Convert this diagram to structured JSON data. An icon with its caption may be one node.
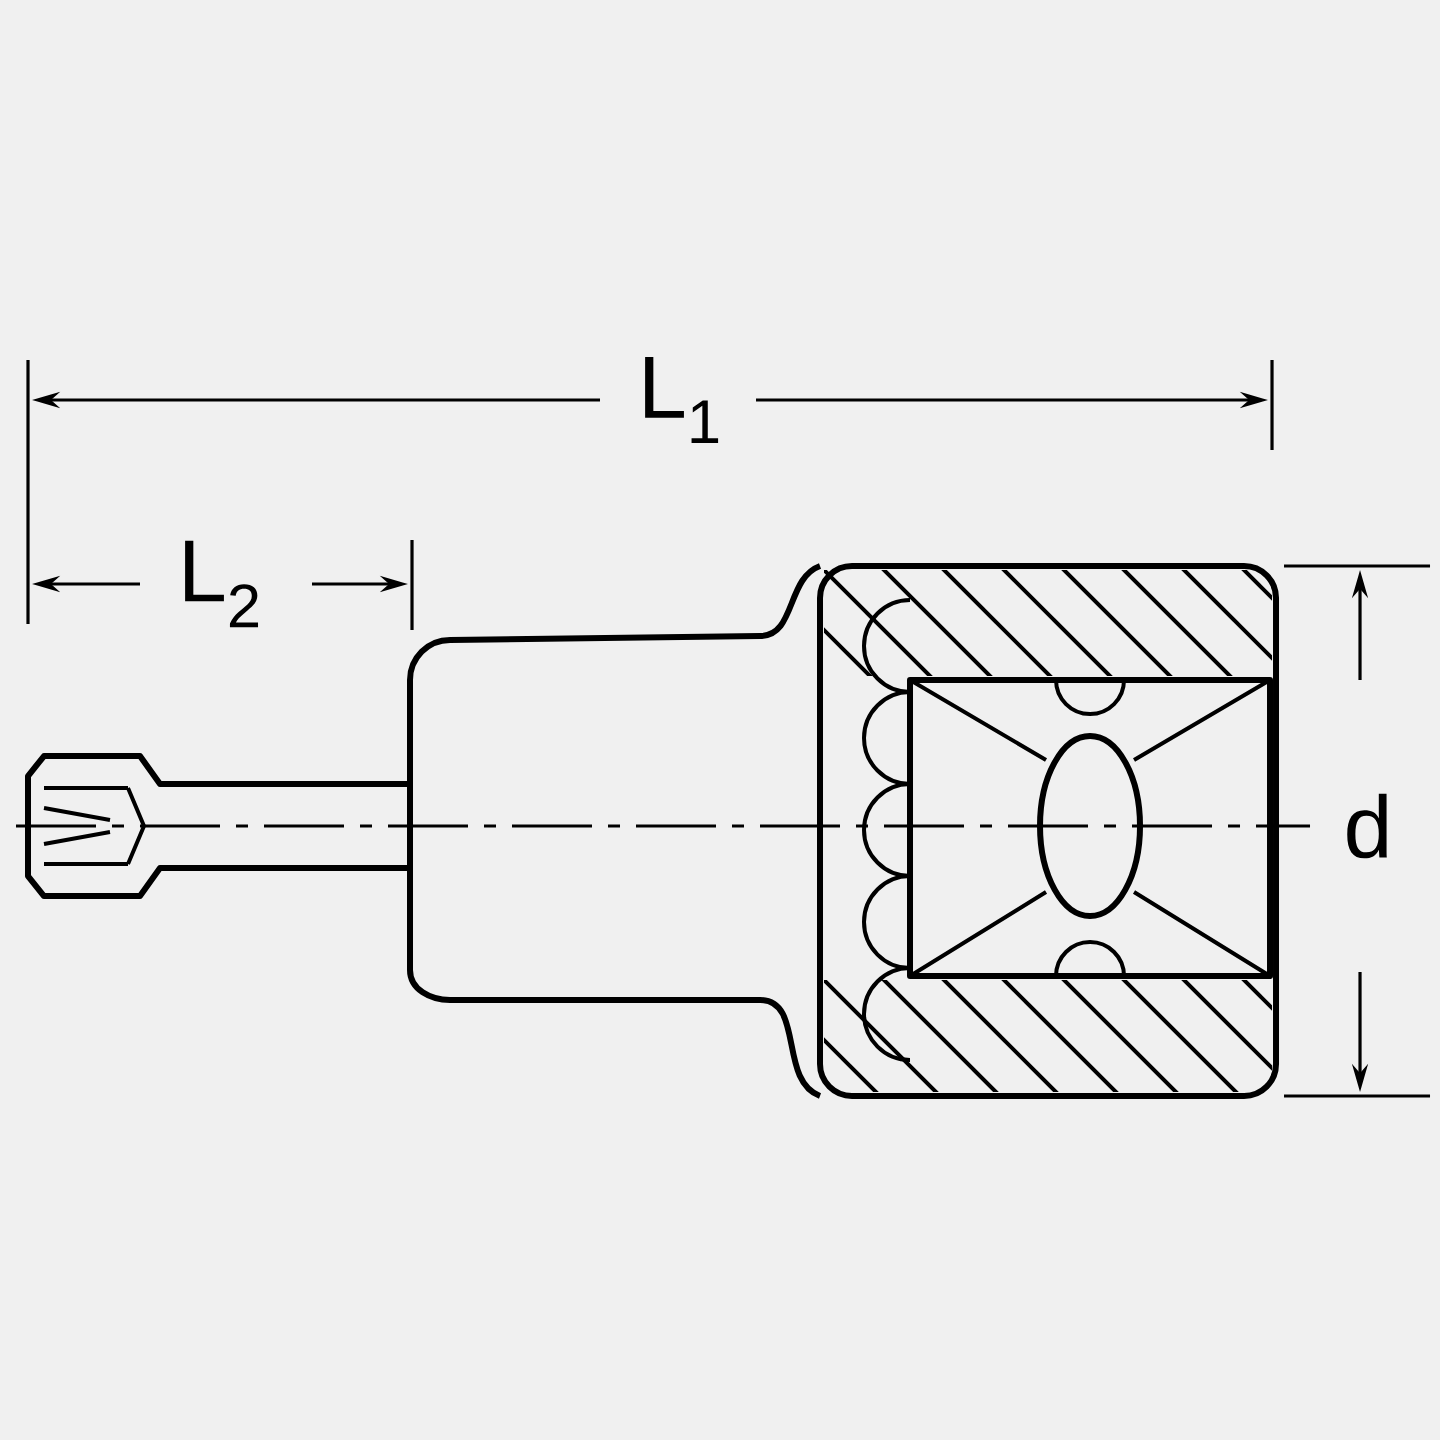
{
  "diagram": {
    "labels": [
      "L$_{1}$",
      "L$_{2}$",
      "d"
    ]
  }
}
